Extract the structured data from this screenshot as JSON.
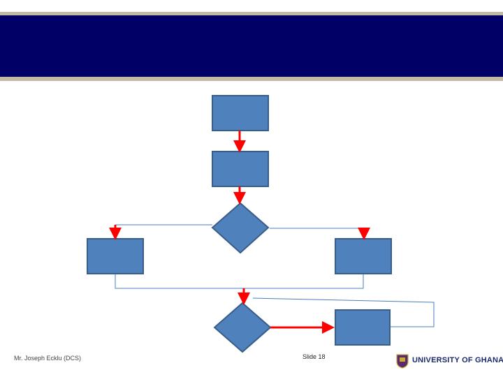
{
  "footer": {
    "author": "Mr. Joseph Ecklu (DCS)",
    "slide_number": "Slide 18"
  },
  "logo": {
    "text": "UNIVERSITY OF GHANA"
  },
  "colors": {
    "title_bar": "#000066",
    "title_bar_border": "#C4B9A3",
    "shape_fill": "#4F81BD",
    "shape_stroke": "#385D8A",
    "arrow": "#FF0000",
    "connector": "#4A7EBB"
  }
}
